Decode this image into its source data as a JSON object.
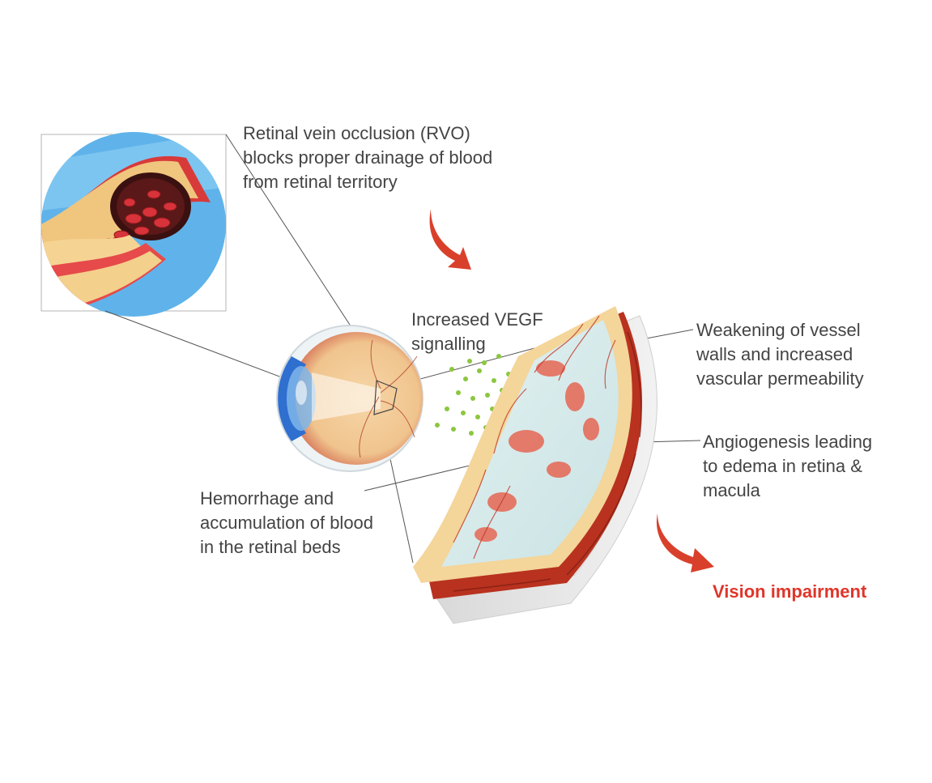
{
  "labels": {
    "rvo": [
      "Retinal vein occlusion (RVO)",
      "blocks proper drainage of blood",
      "from retinal territory"
    ],
    "vegf": [
      "Increased VEGF",
      "signalling"
    ],
    "weakening": [
      "Weakening of vessel",
      "walls and increased",
      "vascular permeability"
    ],
    "angiogenesis": [
      "Angiogenesis leading",
      "to edema in retina &",
      "macula"
    ],
    "hemorrhage": [
      "Hemorrhage and",
      "accumulation of blood",
      "in the retinal beds"
    ],
    "vision": "Vision impairment"
  },
  "colors": {
    "text": "#444444",
    "accent_red": "#e0352b",
    "arrow_red": "#d9402b",
    "vegf_dots": "#8cc63f",
    "tissue_cream": "#f5d9a0",
    "tissue_fluid": "#d8ecec",
    "blood_red": "#c0392b",
    "eye_blue": "#3a7fd0"
  },
  "icons": {
    "flow_arrow_1": "curved-arrow-down-right-icon",
    "flow_arrow_2": "curved-arrow-down-right-icon"
  }
}
